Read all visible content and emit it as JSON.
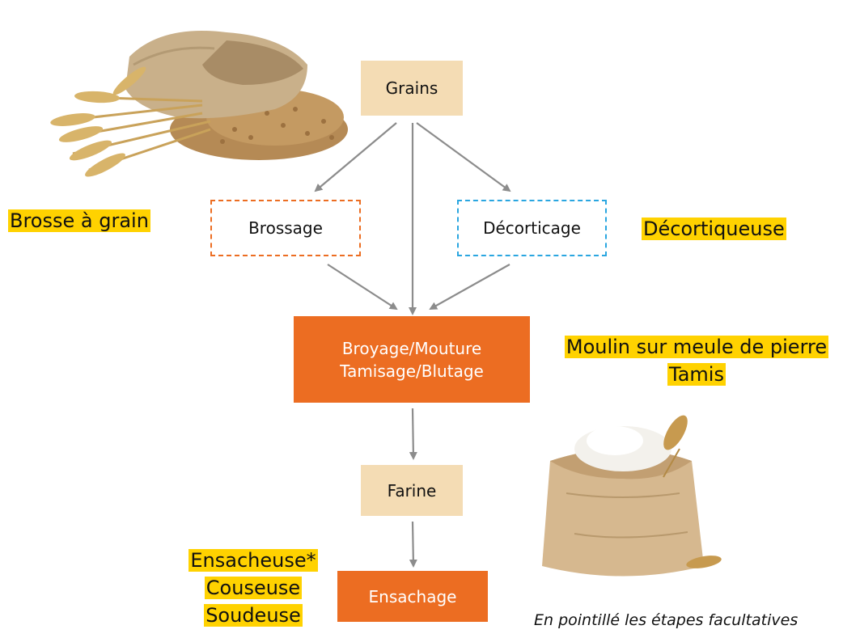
{
  "nodes": {
    "grains": "Grains",
    "brossage": "Brossage",
    "decorticage": "Décorticage",
    "broyage_line1": "Broyage/Mouture",
    "broyage_line2": "Tamisage/Blutage",
    "farine": "Farine",
    "ensachage": "Ensachage"
  },
  "equipment": {
    "brossage_tool": "Brosse à grain",
    "decorticage_tool": "Décortiqueuse",
    "broyage_tools": [
      "Moulin sur meule de pierre",
      "Tamis"
    ],
    "ensachage_tools": [
      "Ensacheuse*",
      "Couseuse",
      "Soudeuse"
    ]
  },
  "note": "En pointillé les étapes facultatives",
  "colors": {
    "tan": "#f4dcb4",
    "orange": "#ec6d22",
    "blue_dash": "#2aa6e0",
    "highlight": "#ffd200",
    "arrow": "#8c8c8c"
  }
}
